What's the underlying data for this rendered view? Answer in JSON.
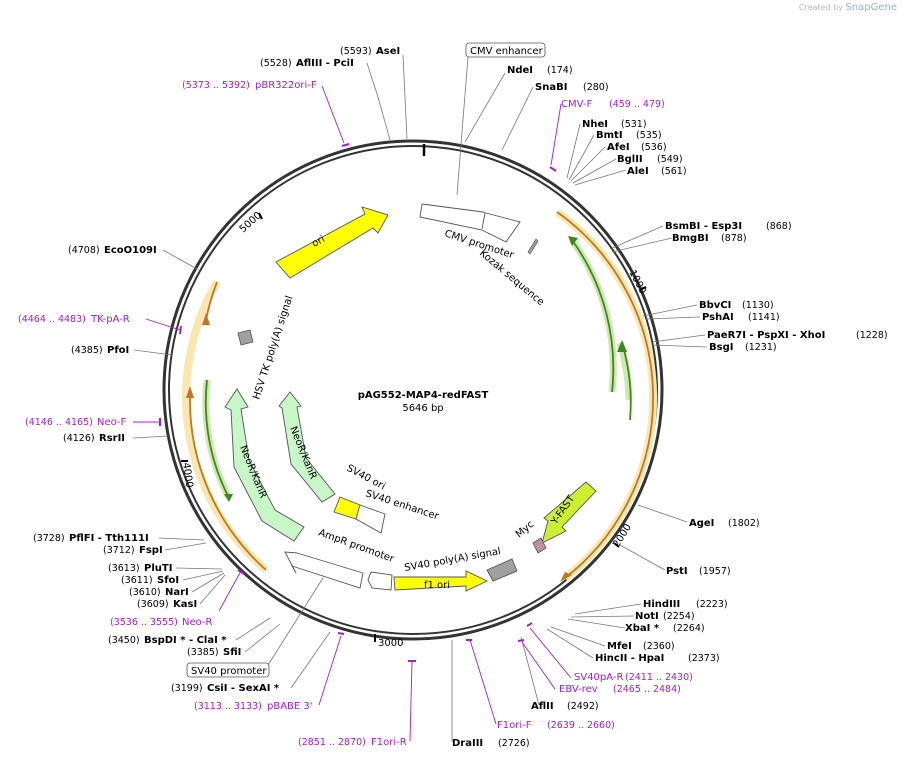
{
  "credit": {
    "prefix": "Created by",
    "brand": "SnapGene"
  },
  "plasmid": {
    "name": "pAG552-MAP4-redFAST",
    "size": "5646 bp",
    "length": 5646
  },
  "ticks": [
    {
      "pos": 1000,
      "label": "1000"
    },
    {
      "pos": 2000,
      "label": "2000"
    },
    {
      "pos": 3000,
      "label": "3000"
    },
    {
      "pos": 4000,
      "label": "4000"
    },
    {
      "pos": 5000,
      "label": "5000"
    }
  ],
  "sites": [
    {
      "name": "NdeI",
      "pos": "(174)"
    },
    {
      "name": "SnaBI",
      "pos": "(280)"
    },
    {
      "name": "NheI",
      "pos": "(531)"
    },
    {
      "name": "BmtI",
      "pos": "(535)"
    },
    {
      "name": "AfeI",
      "pos": "(536)"
    },
    {
      "name": "BglII",
      "pos": "(549)"
    },
    {
      "name": "AleI",
      "pos": "(561)"
    },
    {
      "name": "BsmBI - Esp3I",
      "pos": "(868)"
    },
    {
      "name": "BmgBI",
      "pos": "(878)"
    },
    {
      "name": "BbvCI",
      "pos": "(1130)"
    },
    {
      "name": "PshAI",
      "pos": "(1141)"
    },
    {
      "name": "PaeR7I - PspXI - XhoI",
      "pos": "(1228)"
    },
    {
      "name": "BsgI",
      "pos": "(1231)"
    },
    {
      "name": "AgeI",
      "pos": "(1802)"
    },
    {
      "name": "PstI",
      "pos": "(1957)"
    },
    {
      "name": "HindIII",
      "pos": "(2223)"
    },
    {
      "name": "NotI",
      "pos": "(2254)"
    },
    {
      "name": "XbaI *",
      "pos": "(2264)"
    },
    {
      "name": "MfeI",
      "pos": "(2360)"
    },
    {
      "name": "HincII - HpaI",
      "pos": "(2373)"
    },
    {
      "name": "AflII",
      "pos": "(2492)"
    },
    {
      "name": "DraIII",
      "pos": "(2726)"
    },
    {
      "name": "CsiI - SexAI *",
      "pos": "(3199)"
    },
    {
      "name": "SfiI",
      "pos": "(3385)"
    },
    {
      "name": "BspDI * - ClaI *",
      "pos": "(3450)"
    },
    {
      "name": "KasI",
      "pos": "(3609)"
    },
    {
      "name": "NarI",
      "pos": "(3610)"
    },
    {
      "name": "SfoI",
      "pos": "(3611)"
    },
    {
      "name": "PluTI",
      "pos": "(3613)"
    },
    {
      "name": "FspI",
      "pos": "(3712)"
    },
    {
      "name": "PflFI - Tth111I",
      "pos": "(3728)"
    },
    {
      "name": "RsrII",
      "pos": "(4126)"
    },
    {
      "name": "PfoI",
      "pos": "(4385)"
    },
    {
      "name": "EcoO109I",
      "pos": "(4708)"
    },
    {
      "name": "AflIII - PciI",
      "pos": "(5528)"
    },
    {
      "name": "AseI",
      "pos": "(5593)"
    }
  ],
  "primers": [
    {
      "name": "CMV-F",
      "range": "(459 .. 479)"
    },
    {
      "name": "SV40pA-R",
      "range": "(2411 .. 2430)"
    },
    {
      "name": "EBV-rev",
      "range": "(2465 .. 2484)"
    },
    {
      "name": "F1ori-F",
      "range": "(2639 .. 2660)"
    },
    {
      "name": "F1ori-R",
      "range": "(2851 .. 2870)"
    },
    {
      "name": "pBABE 3'",
      "range": "(3113 .. 3133)"
    },
    {
      "name": "Neo-R",
      "range": "(3536 .. 3555)"
    },
    {
      "name": "Neo-F",
      "range": "(4146 .. 4165)"
    },
    {
      "name": "TK-pA-R",
      "range": "(4464 .. 4483)"
    },
    {
      "name": "pBR322ori-F",
      "range": "(5373 .. 5392)"
    }
  ],
  "boxed_features": [
    "CMV enhancer",
    "SV40 promoter"
  ],
  "features": {
    "cmv_promoter": "CMV promoter",
    "kozak": "Kozak sequence",
    "yfast": "Y-FAST",
    "myc": "Myc",
    "sv40_polya": "SV40 poly(A) signal",
    "f1_ori": "f1 ori",
    "ampr_promoter": "AmpR promoter",
    "sv40_ori": "SV40 ori",
    "sv40_enhancer": "SV40 enhancer",
    "neor_outer": "NeoR/KanR",
    "neor_inner": "NeoR/KanR",
    "hsv_tk": "HSV TK poly(A) signal",
    "ori": "ori"
  },
  "colors": {
    "backbone": "#333333",
    "orf_fill": "#fbe6b0",
    "orf_stroke": "#c07820",
    "green_orf": "#3a8a1a",
    "origin": "#ffff00",
    "resistance": "#c7f7c7",
    "promoter": "#ffffff",
    "polya": "#a0a0a0",
    "yfast": "#ccf031",
    "myc": "#c08fa0",
    "primer": "#a020d0"
  }
}
